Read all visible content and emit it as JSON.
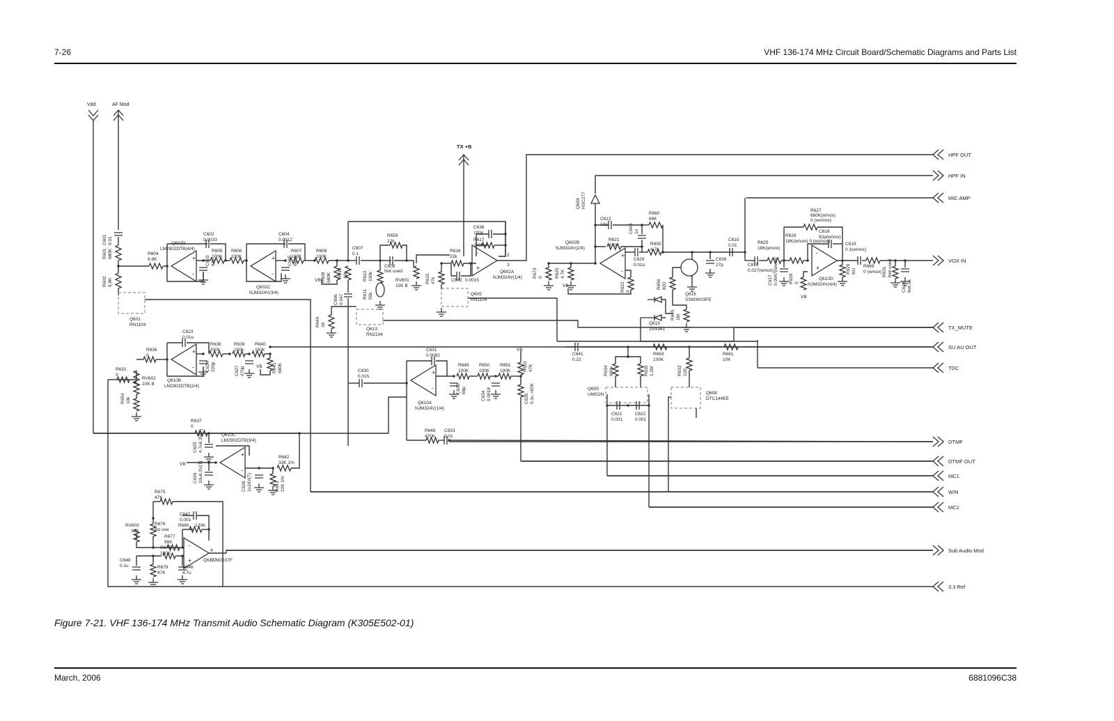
{
  "header": {
    "page_number": "7-26",
    "section_title": "VHF 136-174 MHz Circuit Board/Schematic Diagrams and Parts List"
  },
  "caption": "Figure 7-21. VHF 136-174 MHz Transmit Audio Schematic Diagram (K305E502-01)",
  "footer": {
    "date": "March, 2006",
    "doc_number": "6881096C38"
  },
  "schematic": {
    "supply_ports": [
      "Vdd",
      "AF Mod",
      "TX +B"
    ],
    "connectors": [
      {
        "name": "HPF OUT",
        "direction": "in"
      },
      {
        "name": "HPF IN",
        "direction": "out"
      },
      {
        "name": "MIC AMP",
        "direction": "in"
      },
      {
        "name": "VOX IN",
        "direction": "out"
      },
      {
        "name": "TX_MUTE",
        "direction": "in"
      },
      {
        "name": "SU AU OUT",
        "direction": "in"
      },
      {
        "name": "TDC",
        "direction": "in"
      },
      {
        "name": "DTMF",
        "direction": "out"
      },
      {
        "name": "DTMF OUT",
        "direction": "in"
      },
      {
        "name": "MC1",
        "direction": "in"
      },
      {
        "name": "W/N",
        "direction": "in"
      },
      {
        "name": "MC2",
        "direction": "in"
      },
      {
        "name": "Sub Audio Mod",
        "direction": "out"
      },
      {
        "name": "3.3 Ref",
        "direction": "in"
      }
    ],
    "components": [
      {
        "ref": "C601",
        "value": "0.01"
      },
      {
        "ref": "R601",
        "value": "680K"
      },
      {
        "ref": "R602",
        "value": "6.8K"
      },
      {
        "ref": "Q601",
        "value": "RN1104"
      },
      {
        "ref": "R604",
        "value": "6.8K"
      },
      {
        "ref": "Q602D",
        "value": "LM2902DTB(4/4)"
      },
      {
        "ref": "C602",
        "value": "0.0033"
      },
      {
        "ref": "R605",
        "value": "100K"
      },
      {
        "ref": "C603",
        "value": "82p"
      },
      {
        "ref": "R606",
        "value": "100K"
      },
      {
        "ref": "C604",
        "value": "0.0012"
      },
      {
        "ref": "Q602C",
        "value": "NJM324V(3/4)"
      },
      {
        "ref": "R607",
        "value": "100K"
      },
      {
        "ref": "C605",
        "value": "680p"
      },
      {
        "ref": "R608",
        "value": "100K"
      },
      {
        "ref": "R609",
        "value": "680K"
      },
      {
        "ref": "R610",
        "value": "10k"
      },
      {
        "ref": "C606",
        "value": "0.047"
      },
      {
        "ref": "C607",
        "value": "0.1"
      },
      {
        "ref": "R659",
        "value": "12k"
      },
      {
        "ref": "R612",
        "value": "100k"
      },
      {
        "ref": "C608",
        "value": "Not used"
      },
      {
        "ref": "R611",
        "value": "50k"
      },
      {
        "ref": "RV601",
        "value": "10K B"
      },
      {
        "ref": "R646",
        "value": "1K"
      },
      {
        "ref": "Q613",
        "value": "RN2104"
      },
      {
        "ref": "C636",
        "value": "100p"
      },
      {
        "ref": "R617",
        "value": "100k"
      },
      {
        "ref": "R616",
        "value": "22k"
      },
      {
        "ref": "R615",
        "value": "47k"
      },
      {
        "ref": "C642",
        "value": "0.0015"
      },
      {
        "ref": "Q602A",
        "value": "NJM324V(1/4)"
      },
      {
        "ref": "Q605",
        "value": "RN1104"
      },
      {
        "ref": "Q604",
        "value": "HSC277"
      },
      {
        "ref": "C612",
        "value": "10p"
      },
      {
        "ref": "C643",
        "value": "1u"
      },
      {
        "ref": "R660",
        "value": "68K"
      },
      {
        "ref": "R621",
        "value": "470K"
      },
      {
        "ref": "Q602B",
        "value": "NJM324V(2/4)"
      },
      {
        "ref": "R673",
        "value": "0"
      },
      {
        "ref": "R620",
        "value": "4.7K"
      },
      {
        "ref": "R622",
        "value": "0"
      },
      {
        "ref": "C629",
        "value": "0.01u"
      },
      {
        "ref": "R655",
        "value": "4.7K"
      },
      {
        "ref": "Q616",
        "value": "SSM3K03FE"
      },
      {
        "ref": "R656",
        "value": "820"
      },
      {
        "ref": "R645",
        "value": "1M"
      },
      {
        "ref": "Q615",
        "value": "1SS361"
      },
      {
        "ref": "C639",
        "value": "27p"
      },
      {
        "ref": "C615",
        "value": "0.01"
      },
      {
        "ref": "C616",
        "value": "0.027(w/vox)"
      },
      {
        "ref": "R625",
        "value": "18K(w/vox)"
      },
      {
        "ref": "C617",
        "value": "0.0047(w/vox)"
      },
      {
        "ref": "R627",
        "value": "680K(w/vox) 0 (wo/vox)"
      },
      {
        "ref": "R626",
        "value": "18K(w/vox) 0 (wo/vox)"
      },
      {
        "ref": "C618",
        "value": "82p(w/vox)"
      },
      {
        "ref": "C619",
        "value": "0.1(w/vox)"
      },
      {
        "ref": "R628",
        "value": "0"
      },
      {
        "ref": "Q610D",
        "value": "NJM324V(4/4)"
      },
      {
        "ref": "R629",
        "value": "NU"
      },
      {
        "ref": "R669",
        "value": "0 (w/vox)"
      },
      {
        "ref": "R631",
        "value": "Not used"
      },
      {
        "ref": "C620",
        "value": "Not us"
      },
      {
        "ref": "C623",
        "value": "0.01u"
      },
      {
        "ref": "R636",
        "value": "0"
      },
      {
        "ref": "R638",
        "value": "330k"
      },
      {
        "ref": "R639",
        "value": "150k"
      },
      {
        "ref": "R640",
        "value": "150k"
      },
      {
        "ref": "C624",
        "value": "220p"
      },
      {
        "ref": "C627",
        "value": "470p"
      },
      {
        "ref": "R641",
        "value": "680K"
      },
      {
        "ref": "R632",
        "value": "0"
      },
      {
        "ref": "RV602",
        "value": "10K B"
      },
      {
        "ref": "Q610B",
        "value": "LM2902DTB(2/4)"
      },
      {
        "ref": "R654",
        "value": "10k"
      },
      {
        "ref": "C630",
        "value": "0.015"
      },
      {
        "ref": "C631",
        "value": "0.0082"
      },
      {
        "ref": "Q610A",
        "value": "NJM324V(1/4)"
      },
      {
        "ref": "R649",
        "value": "100K"
      },
      {
        "ref": "C632",
        "value": "68p"
      },
      {
        "ref": "R650",
        "value": "100K"
      },
      {
        "ref": "C634",
        "value": "0.0018"
      },
      {
        "ref": "R651",
        "value": "100K"
      },
      {
        "ref": "R652",
        "value": "47K"
      },
      {
        "ref": "C635",
        "value": "0.1u >82K"
      },
      {
        "ref": "R648",
        "value": "470K"
      },
      {
        "ref": "C633",
        "value": "0.01"
      },
      {
        "ref": "C641",
        "value": "0.22"
      },
      {
        "ref": "R663",
        "value": "100K"
      },
      {
        "ref": "R661",
        "value": "10K"
      },
      {
        "ref": "R634",
        "value": "680k"
      },
      {
        "ref": "R635",
        "value": "1.2M"
      },
      {
        "ref": "Q609",
        "value": "UMG2N"
      },
      {
        "ref": "C621",
        "value": "0.001"
      },
      {
        "ref": "C622",
        "value": "0.001"
      },
      {
        "ref": "R633",
        "value": "12K"
      },
      {
        "ref": "Q608",
        "value": "DTC144EE"
      },
      {
        "ref": "R637",
        "value": "0"
      },
      {
        "ref": "C625",
        "value": "4.7u6.3V(T)"
      },
      {
        "ref": "Q610C",
        "value": "LM2902DTB(3/4)"
      },
      {
        "ref": "C626",
        "value": "10u6.3V(T)"
      },
      {
        "ref": "C628",
        "value": "1u16V(T)"
      },
      {
        "ref": "R642",
        "value": "33K 1%"
      },
      {
        "ref": "R643",
        "value": "22K 1%"
      },
      {
        "ref": "R675",
        "value": "47K"
      },
      {
        "ref": "C647",
        "value": "0.001"
      },
      {
        "ref": "RV603",
        "value": "10K"
      },
      {
        "ref": "R676",
        "value": "No use"
      },
      {
        "ref": "R680",
        "value": "120K"
      },
      {
        "ref": "R677",
        "value": "56K"
      },
      {
        "ref": "R678",
        "value": "100K"
      },
      {
        "ref": "R679",
        "value": "47K"
      },
      {
        "ref": "C648",
        "value": "0.1u"
      },
      {
        "ref": "C646",
        "value": "4.7u"
      },
      {
        "ref": "Q617",
        "value": "NJM2107F"
      }
    ],
    "net_labels": [
      "VB"
    ]
  }
}
